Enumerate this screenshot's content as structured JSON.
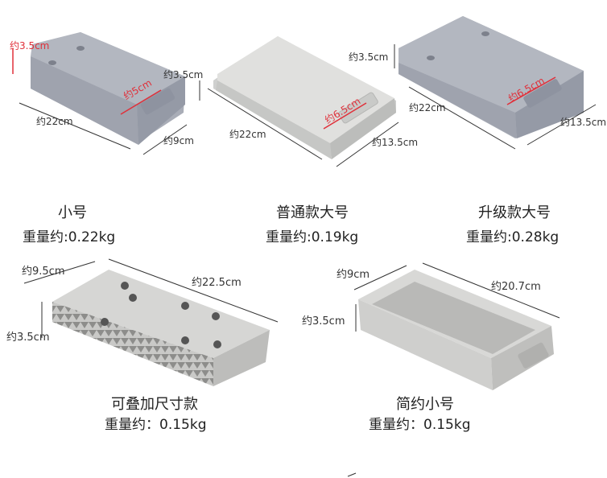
{
  "products": [
    {
      "title": "小号",
      "weight": "重量约:0.22kg",
      "dims": {
        "height": "约3.5cm",
        "length": "约22cm",
        "width": "约9cm",
        "drawer": "约5cm"
      }
    },
    {
      "title": "普通款大号",
      "weight": "重量约:0.19kg",
      "dims": {
        "height": "约3.5cm",
        "length": "约22cm",
        "width": "约13.5cm",
        "drawer": "约6.5cm"
      }
    },
    {
      "title": "升级款大号",
      "weight": "重量约:0.28kg",
      "dims": {
        "height": "约3.5cm",
        "length": "约22cm",
        "width": "约13.5cm",
        "drawer": "约6.5cm"
      }
    },
    {
      "title": "可叠加尺寸款",
      "weight": "重量约：0.15kg",
      "dims": {
        "width": "约9.5cm",
        "length": "约22.5cm",
        "height": "约3.5cm"
      }
    },
    {
      "title": "简约小号",
      "weight": "重量约：0.15kg",
      "dims": {
        "width": "约9cm",
        "length": "约20.7cm",
        "height": "约3.5cm"
      }
    }
  ],
  "colors": {
    "accent_red": "#e0303a",
    "product_gray": "#a9adb7",
    "light_gray": "#d6d6d4"
  }
}
